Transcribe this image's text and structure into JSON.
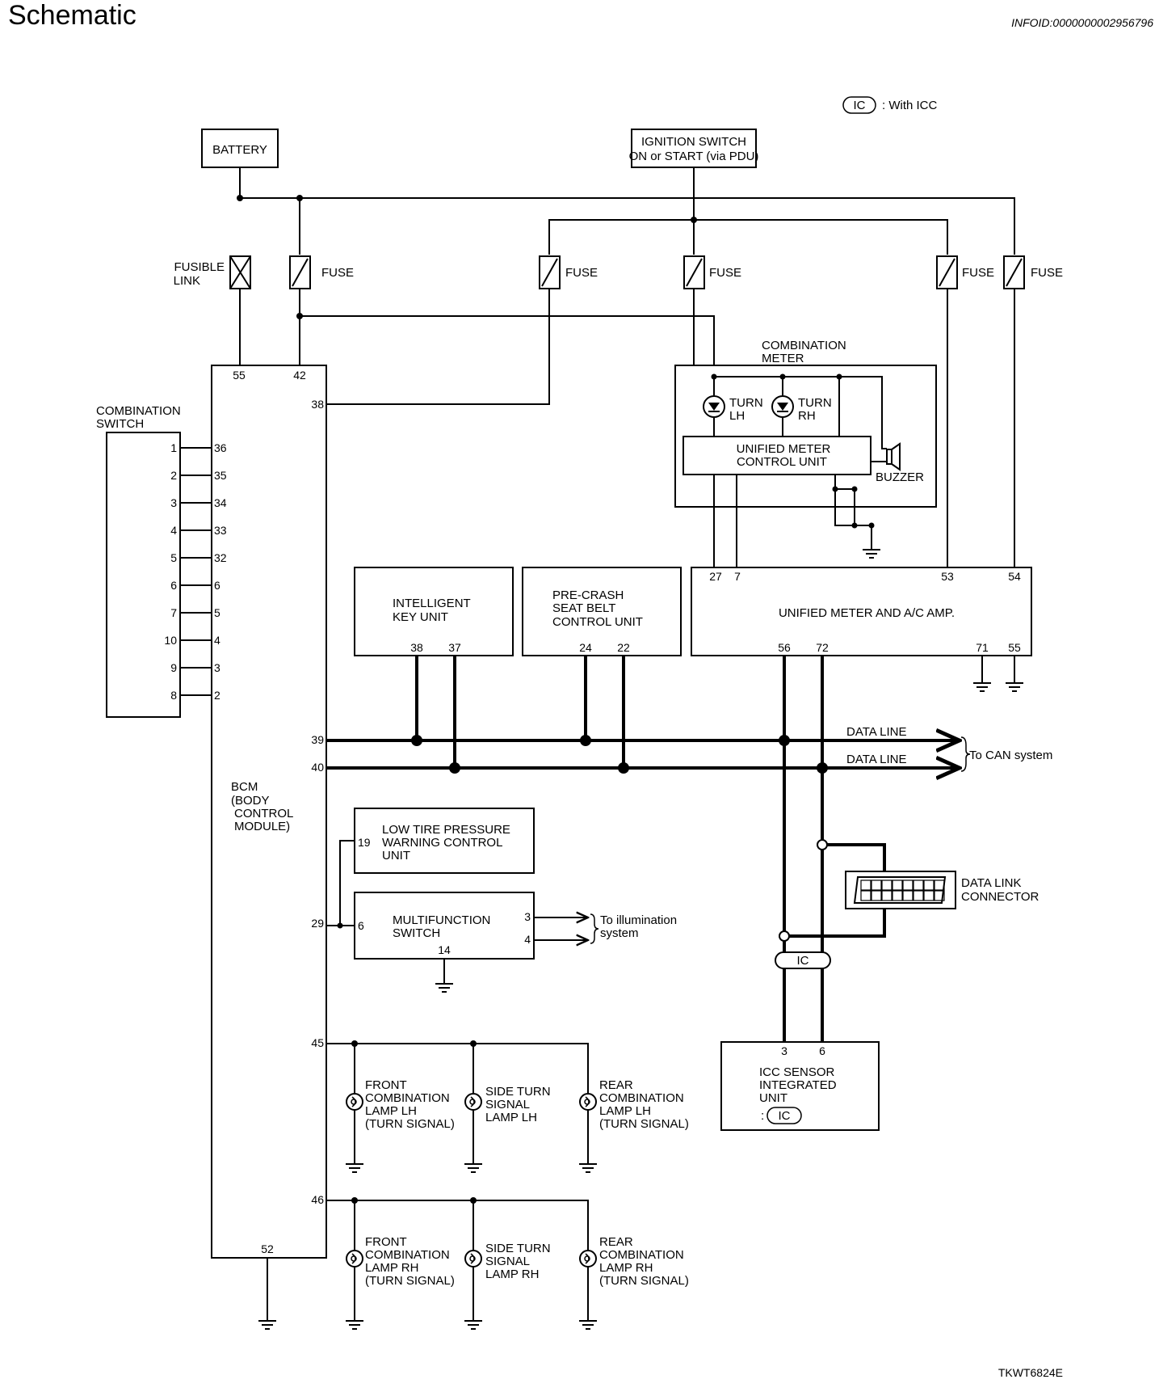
{
  "page": {
    "title": "Schematic",
    "info_id": "INFOID:0000000002956796",
    "figure_code": "TKWT6824E"
  },
  "legend": {
    "symbol": "IC",
    "text": ": With ICC"
  },
  "components": {
    "battery": "BATTERY",
    "ignition_switch": [
      "IGNITION SWITCH",
      "ON or START (via PDU)"
    ],
    "fusible_link": [
      "FUSIBLE",
      "LINK"
    ],
    "fuse": "FUSE",
    "combination_meter": [
      "COMBINATION",
      "METER"
    ],
    "turn_lh": [
      "TURN",
      "LH"
    ],
    "turn_rh": [
      "TURN",
      "RH"
    ],
    "unified_meter_control_unit": [
      "UNIFIED METER",
      "CONTROL UNIT"
    ],
    "buzzer": "BUZZER",
    "combination_switch": [
      "COMBINATION",
      "SWITCH"
    ],
    "bcm": [
      "BCM",
      "(BODY",
      "CONTROL",
      "MODULE)"
    ],
    "intelligent_key_unit": [
      "INTELLIGENT",
      "KEY UNIT"
    ],
    "pre_crash_unit": [
      "PRE-CRASH",
      "SEAT BELT",
      "CONTROL UNIT"
    ],
    "unified_meter_ac_amp": "UNIFIED METER AND A/C AMP.",
    "data_line": "DATA LINE",
    "to_can": "To CAN system",
    "low_tire": [
      "LOW TIRE PRESSURE",
      "WARNING CONTROL",
      "UNIT"
    ],
    "multifunction_switch": [
      "MULTIFUNCTION",
      "SWITCH"
    ],
    "to_illumination": [
      "To illumination",
      "system"
    ],
    "data_link_connector": [
      "DATA LINK",
      "CONNECTOR"
    ],
    "icc_sensor": [
      "ICC SENSOR",
      "INTEGRATED",
      "UNIT"
    ],
    "icc_sensor_suffix": ":",
    "front_lamp_lh": [
      "FRONT",
      "COMBINATION",
      "LAMP LH",
      "(TURN SIGNAL)"
    ],
    "side_lamp_lh": [
      "SIDE TURN",
      "SIGNAL",
      "LAMP LH"
    ],
    "rear_lamp_lh": [
      "REAR",
      "COMBINATION",
      "LAMP LH",
      "(TURN SIGNAL)"
    ],
    "front_lamp_rh": [
      "FRONT",
      "COMBINATION",
      "LAMP RH",
      "(TURN SIGNAL)"
    ],
    "side_lamp_rh": [
      "SIDE TURN",
      "SIGNAL",
      "LAMP RH"
    ],
    "rear_lamp_rh": [
      "REAR",
      "COMBINATION",
      "LAMP RH",
      "(TURN SIGNAL)"
    ]
  },
  "combination_switch_pins": [
    "1",
    "2",
    "3",
    "4",
    "5",
    "6",
    "7",
    "10",
    "9",
    "8"
  ],
  "bcm_switch_pins": [
    "36",
    "35",
    "34",
    "33",
    "32",
    "6",
    "5",
    "4",
    "3",
    "2"
  ],
  "pins": {
    "bcm_55": "55",
    "bcm_42": "42",
    "bcm_38": "38",
    "bcm_39": "39",
    "bcm_40": "40",
    "bcm_29": "29",
    "bcm_45": "45",
    "bcm_46": "46",
    "bcm_52": "52",
    "ikey_38": "38",
    "ikey_37": "37",
    "pcs_24": "24",
    "pcs_22": "22",
    "amp_27": "27",
    "amp_7": "7",
    "amp_53": "53",
    "amp_54": "54",
    "amp_56": "56",
    "amp_72": "72",
    "amp_71": "71",
    "amp_55": "55",
    "ltp_19": "19",
    "mfs_6": "6",
    "mfs_3": "3",
    "mfs_4": "4",
    "mfs_14": "14",
    "icc_3": "3",
    "icc_6": "6"
  }
}
